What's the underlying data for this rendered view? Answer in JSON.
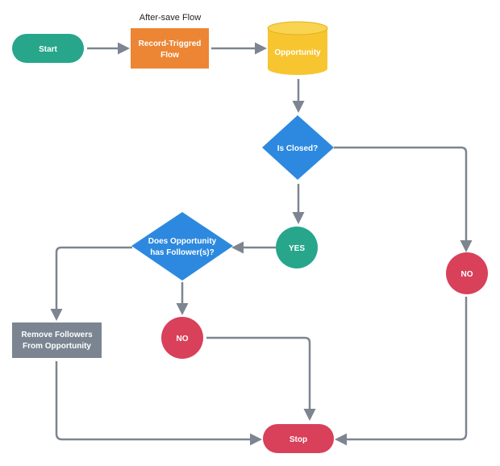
{
  "caption": "After-save Flow",
  "nodes": {
    "start": {
      "label": "Start"
    },
    "record_triggered": {
      "line1": "Record-Triggred",
      "line2": "Flow"
    },
    "opportunity": {
      "label": "Opportunity"
    },
    "is_closed": {
      "label": "Is Closed?"
    },
    "yes": {
      "label": "YES"
    },
    "has_followers": {
      "line1": "Does Opportunity",
      "line2": "has Follower(s)?"
    },
    "no_right": {
      "label": "NO"
    },
    "no_middle": {
      "label": "NO"
    },
    "remove_followers": {
      "line1": "Remove Followers",
      "line2": "From Opportunity"
    },
    "stop": {
      "label": "Stop"
    }
  },
  "colors": {
    "start": "#27a68c",
    "process": "#ec8534",
    "database": "#f7c530",
    "database_top": "#f9d450",
    "decision": "#2d89df",
    "yes": "#27a68c",
    "no": "#d9405a",
    "action": "#7a8591",
    "stop": "#d9405a",
    "connector": "#7c8590"
  }
}
